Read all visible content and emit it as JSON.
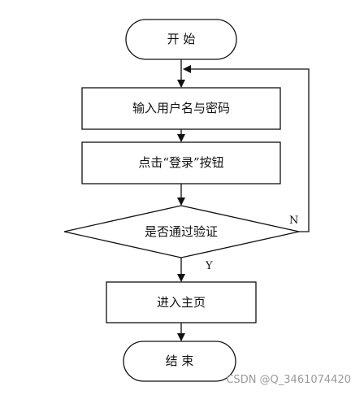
{
  "diagram": {
    "nodes": [
      {
        "id": "start",
        "shape": "terminal",
        "label": "开 始"
      },
      {
        "id": "input",
        "shape": "process",
        "label": "输入用户名与密码"
      },
      {
        "id": "click",
        "shape": "process",
        "label": "点击“登录”按钮"
      },
      {
        "id": "verify",
        "shape": "decision",
        "label": "是否通过验证"
      },
      {
        "id": "home",
        "shape": "process",
        "label": "进入主页"
      },
      {
        "id": "end",
        "shape": "terminal",
        "label": "结 束"
      }
    ],
    "edges": [
      {
        "from": "start",
        "to": "input",
        "label": ""
      },
      {
        "from": "input",
        "to": "click",
        "label": ""
      },
      {
        "from": "click",
        "to": "verify",
        "label": ""
      },
      {
        "from": "verify",
        "to": "home",
        "label": "Y"
      },
      {
        "from": "verify",
        "to": "input",
        "label": "N"
      },
      {
        "from": "home",
        "to": "end",
        "label": ""
      }
    ]
  },
  "watermark": "CSDN @Q_3461074420",
  "colors": {
    "stroke": "#111111",
    "background": "#ffffff",
    "watermark": "#9a9a9a"
  }
}
